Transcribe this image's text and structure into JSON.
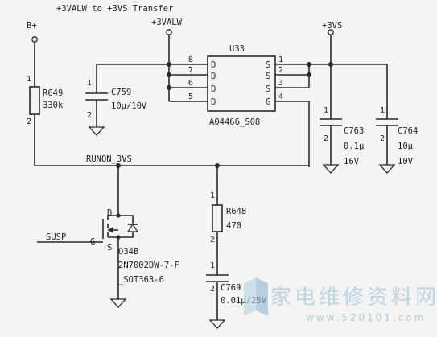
{
  "title": "+3VALW to +3VS Transfer",
  "rails": {
    "b_plus": "B+",
    "v3valw": "+3VALW",
    "v3vs": "+3VS"
  },
  "nets": {
    "runon": "RUNON_3VS",
    "susp": "SUSP"
  },
  "u33": {
    "ref": "U33",
    "part": "A04466_S08",
    "left_pins": [
      {
        "num": "8",
        "name": "D"
      },
      {
        "num": "7",
        "name": "D"
      },
      {
        "num": "6",
        "name": "D"
      },
      {
        "num": "5",
        "name": "D"
      }
    ],
    "right_pins": [
      {
        "num": "1",
        "name": "S"
      },
      {
        "num": "2",
        "name": "S"
      },
      {
        "num": "3",
        "name": "S"
      },
      {
        "num": "4",
        "name": "G"
      }
    ]
  },
  "components": {
    "r649": {
      "ref": "R649",
      "value": "330k",
      "pin1": "1",
      "pin2": "2"
    },
    "c759": {
      "ref": "C759",
      "value": "10μ/10V",
      "pin1": "1",
      "pin2": "2"
    },
    "c763": {
      "ref": "C763",
      "value": "0.1μ",
      "rating": "16V",
      "pin1": "1",
      "pin2": "2"
    },
    "c764": {
      "ref": "C764",
      "value": "10μ",
      "rating": "10V",
      "pin1": "1",
      "pin2": "2"
    },
    "r648": {
      "ref": "R648",
      "value": "470",
      "pin1": "1",
      "pin2": "2"
    },
    "c769": {
      "ref": "C769",
      "value": "0.01μ/25V",
      "pin1": "1",
      "pin2": "2"
    },
    "q34b": {
      "ref": "Q34B",
      "part": "2N7002DW-7-F",
      "package": "_SOT363-6",
      "pin_d": "D",
      "pin_g": "G",
      "pin_s": "S"
    }
  },
  "watermark": {
    "text": "家电维修资料网",
    "url": "www.520101.com"
  }
}
